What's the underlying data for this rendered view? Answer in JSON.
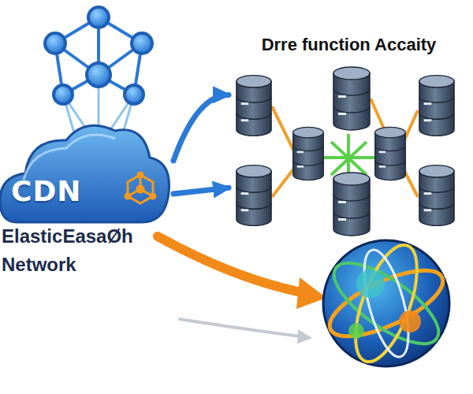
{
  "diagram": {
    "nodes": [
      {
        "text": [
          "CDN",
          "ElasticEasaØh Network"
        ]
      },
      {
        "text": [
          "Drre function Accaity"
        ]
      }
    ],
    "edges": [
      {
        "from": 0,
        "to": 1,
        "arrow": "to"
      },
      {
        "from": 0,
        "to": 1,
        "arrow": "to"
      }
    ]
  }
}
